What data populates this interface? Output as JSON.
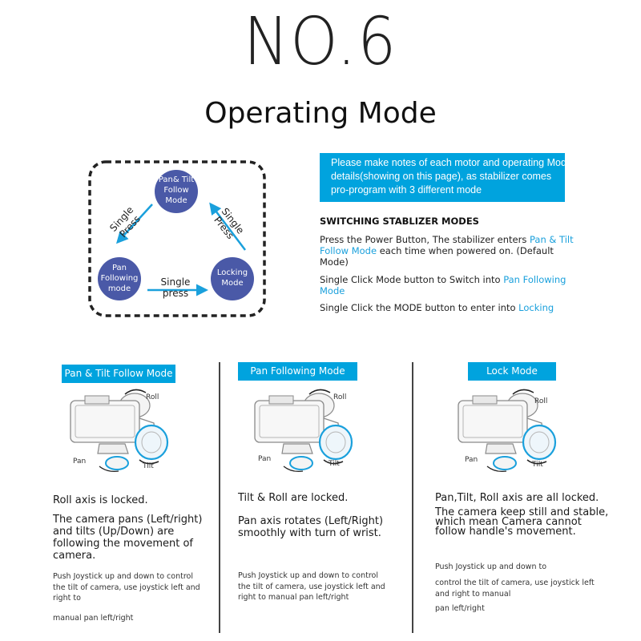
{
  "header": {
    "number": "NO.6",
    "title": "Operating Mode"
  },
  "diagram": {
    "circles": [
      {
        "label": "Pan& Tilt Follow Mode"
      },
      {
        "label": "Pan Following mode"
      },
      {
        "label": "Locking Mode"
      }
    ],
    "press_labels": [
      "Single Press",
      "Single Press",
      "Single press"
    ],
    "circle_color": "#4a59a7",
    "arrow_color": "#1aa0dc"
  },
  "notice": {
    "lines": [
      "Please make notes of each motor and operating Mod",
      "details(showing on this page), as stabilizer comes",
      "pro-program with 3 different mode"
    ],
    "color": "#00a3de"
  },
  "switching": {
    "heading": "SWITCHING STABLIZER MODES",
    "p1_a": "Press the Power Button, The stabilizer enters ",
    "p1_hl": "Pan & Tilt Follow Mode",
    "p1_b": " each time when powered on. (Default Mode)",
    "p2_a": "Single Click Mode button to Switch into ",
    "p2_hl": "Pan Following Mode",
    "p3_a": "Single Click the MODE button to enter into ",
    "p3_hl": "Locking"
  },
  "columns": [
    {
      "tag": "Pan & Tilt Follow Mode",
      "labels": {
        "roll": "Roll",
        "pan": "Pan",
        "tilt": "Tilt"
      },
      "main1": "Roll axis is locked.",
      "main2": [
        "The camera pans (Left/right)",
        "and tilts (Up/Down) are",
        "following the movement of",
        "camera."
      ],
      "small1": [
        "Push Joystick up and down to control",
        "the tilt of camera, use joystick left and",
        "right to"
      ],
      "small2": "manual pan left/right"
    },
    {
      "tag": "Pan Following  Mode",
      "labels": {
        "roll": "Roll",
        "pan": "Pan",
        "tilt": "Tilt"
      },
      "main1": "Tilt & Roll are locked.",
      "main2": [
        "Pan axis rotates (Left/Right)",
        "smoothly with turn of wrist."
      ],
      "small1": [
        "Push Joystick up and down to control",
        "the tilt of camera, use joystick left and",
        "right to manual pan left/right"
      ]
    },
    {
      "tag": "Lock Mode",
      "labels": {
        "roll": "Roll",
        "pan": "Pan",
        "tilt": "Tilt"
      },
      "main1": "Pan,Tilt, Roll axis are all locked.",
      "main2": [
        "The camera keep still and stable,",
        "which mean Camera cannot",
        "follow handle's movement."
      ],
      "small1": [
        "Push Joystick up and down to"
      ],
      "small2": [
        "control the tilt of camera, use joystick left",
        "and right to manual"
      ],
      "small3": "pan left/right"
    }
  ]
}
